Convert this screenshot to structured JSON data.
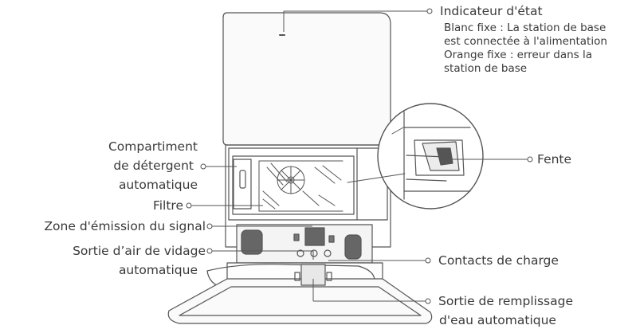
{
  "callouts": {
    "status_indicator": {
      "title": "Indicateur d'état",
      "desc": [
        "Blanc fixe : La station de base",
        "est connectée à l'alimentation",
        "Orange fixe : erreur dans la",
        "station de base"
      ]
    },
    "detergent": [
      "Compartiment",
      "de détergent",
      "automatique"
    ],
    "filter": "Filtre",
    "signal_zone": "Zone d'émission du signal",
    "air_outlet": [
      "Sortie d’air de vidage",
      "automatique"
    ],
    "slot": "Fente",
    "charge_contacts": "Contacts de charge",
    "water_outlet": [
      "Sortie de remplissage",
      "d'eau automatique"
    ]
  }
}
